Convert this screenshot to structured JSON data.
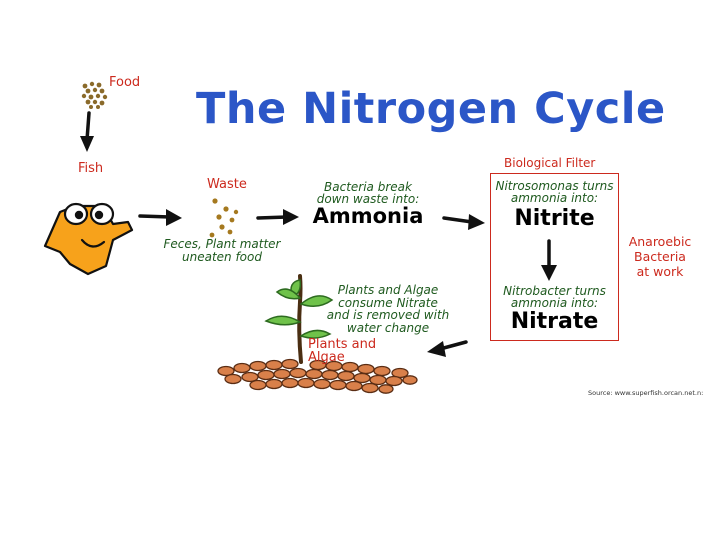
{
  "title": "The Nitrogen Cycle",
  "labels": {
    "food": "Food",
    "fish": "Fish",
    "waste": "Waste",
    "waste_desc_1": "Feces, Plant matter",
    "waste_desc_2": "uneaten food",
    "bacteria_desc_1": "Bacteria break",
    "bacteria_desc_2": "down waste into:",
    "ammonia": "Ammonia",
    "biological_filter": "Biological Filter",
    "nitrosomonas_1": "Nitrosomonas turns",
    "nitrosomonas_2": "ammonia into:",
    "nitrite": "Nitrite",
    "nitrobacter_1": "Nitrobacter turns",
    "nitrobacter_2": "ammonia into:",
    "nitrate": "Nitrate",
    "anaerobic_1": "Anaroebic",
    "anaerobic_2": "Bacteria",
    "anaerobic_3": "at work",
    "plants_desc_1": "Plants and Algae",
    "plants_desc_2": "consume Nitrate",
    "plants_desc_3": "and is removed with",
    "plants_desc_4": "water change",
    "plants_label_1": "Plants and",
    "plants_label_2": "Algae",
    "source": "Source: www.superfish.orcan.net.n:"
  },
  "colors": {
    "title": "#2b56c7",
    "label_red": "#cc2a1e",
    "text_green": "#1f5a1f",
    "fish_orange": "#f7a21b",
    "leaf_green": "#6fc24a",
    "gravel": "#d9804a"
  },
  "icons": [
    "food-pellets-icon",
    "fish-icon",
    "waste-particles-icon",
    "plant-icon",
    "gravel-icon",
    "arrow-icon"
  ]
}
